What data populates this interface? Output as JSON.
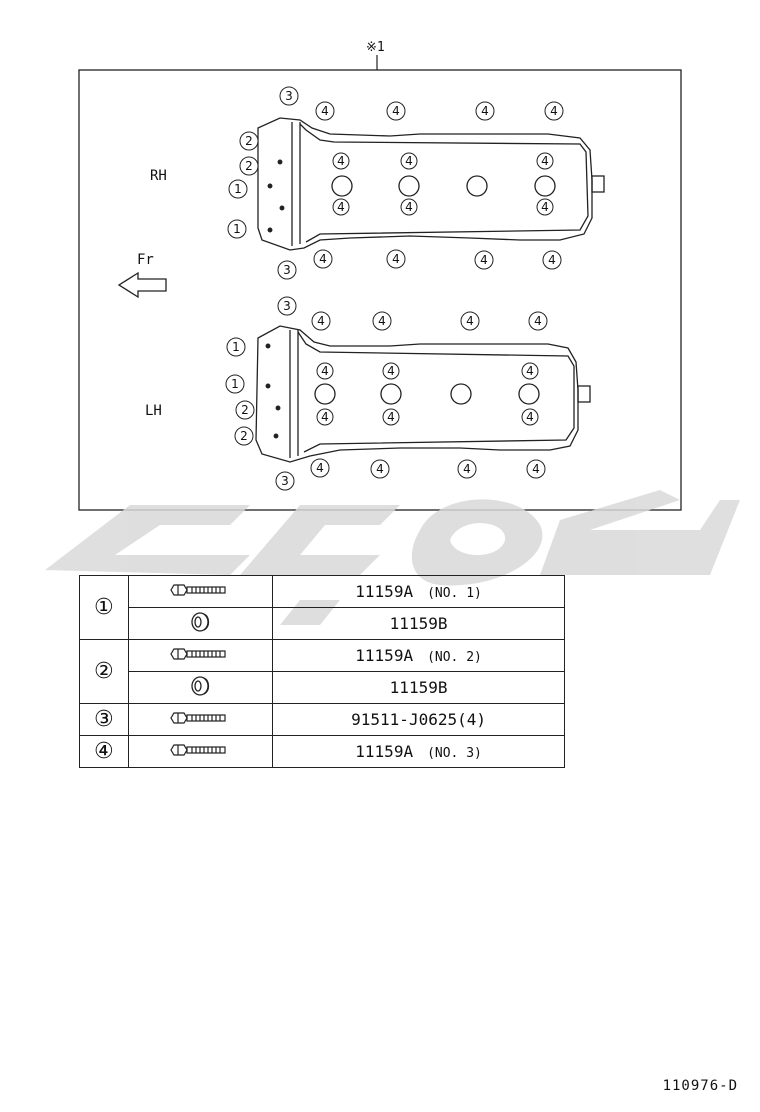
{
  "diagram": {
    "kit_label": "※1",
    "rh_label": "RH",
    "lh_label": "LH",
    "front_label": "Fr",
    "callouts": {
      "one": "1",
      "two": "2",
      "three": "3",
      "four": "4"
    }
  },
  "table": {
    "rows": [
      {
        "ref": "①",
        "part": "11159A",
        "note": "(NO. 1)",
        "icon": "bolt-icon"
      },
      {
        "ref": "",
        "part": "11159B",
        "note": "",
        "icon": "washer-icon"
      },
      {
        "ref": "②",
        "part": "11159A",
        "note": "(NO. 2)",
        "icon": "bolt-icon"
      },
      {
        "ref": "",
        "part": "11159B",
        "note": "",
        "icon": "washer-icon"
      },
      {
        "ref": "③",
        "part": "91511-J0625(4)",
        "note": "",
        "icon": "bolt-icon"
      },
      {
        "ref": "④",
        "part": "11159A",
        "note": "(NO. 3)",
        "icon": "bolt-icon"
      }
    ]
  },
  "doc_code": "110976-D",
  "colors": {
    "line": "#222222",
    "watermark": "#d9d9d9"
  }
}
